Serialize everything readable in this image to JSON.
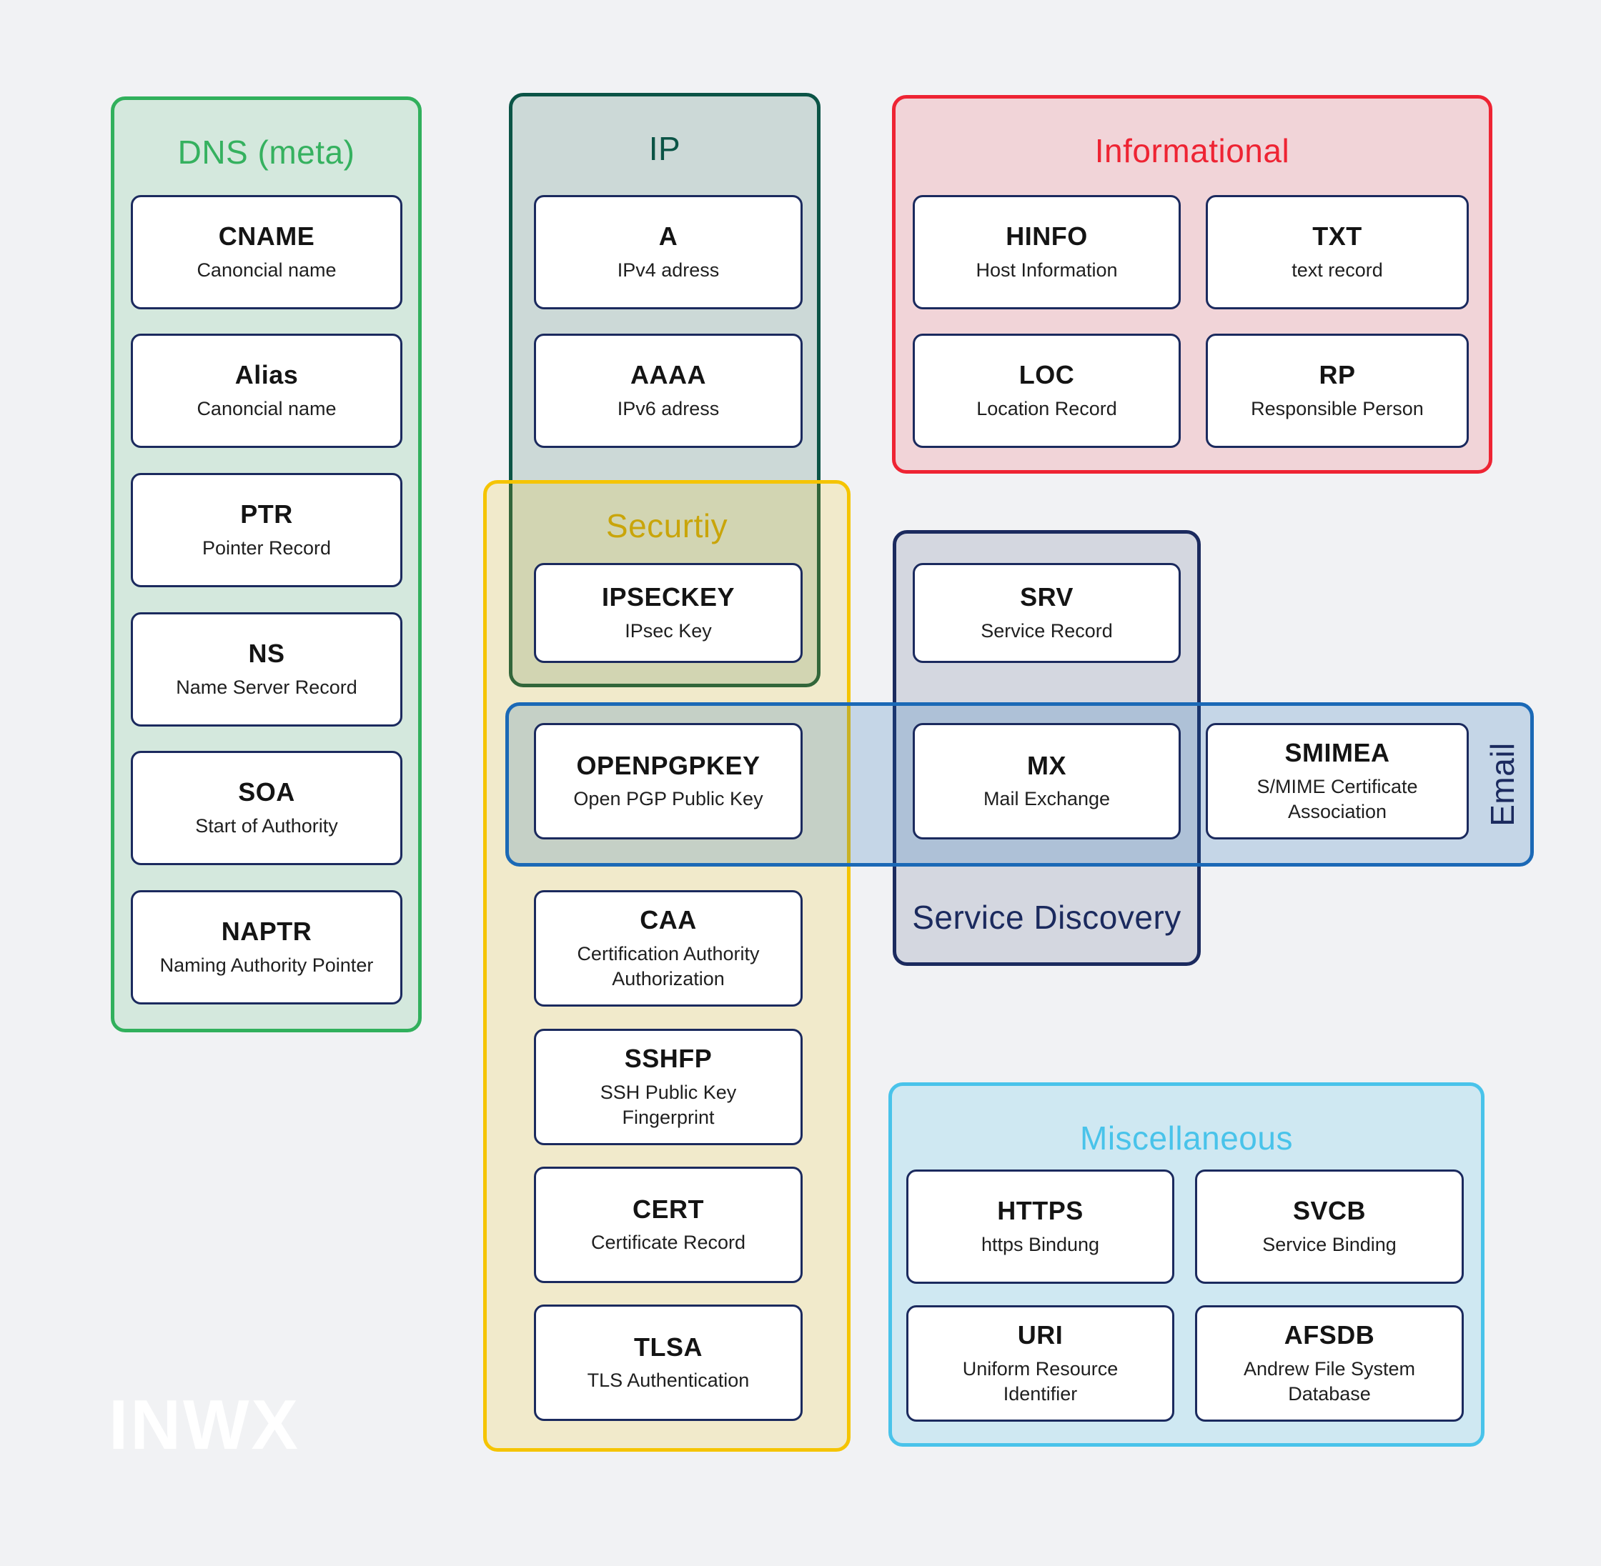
{
  "canvas": {
    "background": "#f1f2f4"
  },
  "watermark": {
    "text": "INWX",
    "color": "#ffffff"
  },
  "card_style": {
    "bg": "#ffffff",
    "border_color": "#1b2a5e",
    "title_color": "#141414",
    "subtitle_color": "#1f1f1f"
  },
  "groups": [
    {
      "id": "informational",
      "title": "Informational",
      "title_color": "#ee2433",
      "border_color": "#ee2433",
      "fill": "rgba(238,36,51,0.14)"
    },
    {
      "id": "dns-meta",
      "title": "DNS (meta)",
      "title_color": "#35b15f",
      "border_color": "#31b05c",
      "fill": "rgba(49,176,92,0.15)"
    },
    {
      "id": "ip",
      "title": "IP",
      "title_color": "#0b5446",
      "border_color": "#0b5446",
      "fill": "rgba(11,84,70,0.16)"
    },
    {
      "id": "service-discovery",
      "title": "Service Discovery",
      "title_color": "#1b2a5e",
      "border_color": "#1b2a5e",
      "fill": "rgba(27,42,94,0.13)"
    },
    {
      "id": "security",
      "title": "Securtiy",
      "title_color": "#c9a50a",
      "border_color": "#f5c400",
      "fill": "rgba(245,196,0,0.17)"
    },
    {
      "id": "email",
      "title": "Email",
      "title_color": "#1b2a5e",
      "border_color": "#1b69b6",
      "fill": "rgba(27,105,182,0.20)"
    },
    {
      "id": "miscellaneous",
      "title": "Miscellaneous",
      "title_color": "#49c3ea",
      "border_color": "#49c3ea",
      "fill": "rgba(73,195,234,0.20)"
    }
  ],
  "cards": [
    {
      "title": "CNAME",
      "subtitle": "Canoncial name"
    },
    {
      "title": "Alias",
      "subtitle": "Canoncial name"
    },
    {
      "title": "PTR",
      "subtitle": "Pointer Record"
    },
    {
      "title": "NS",
      "subtitle": "Name Server Record"
    },
    {
      "title": "SOA",
      "subtitle": "Start of Authority"
    },
    {
      "title": "NAPTR",
      "subtitle": "Naming Authority Pointer"
    },
    {
      "title": "A",
      "subtitle": "IPv4 adress"
    },
    {
      "title": "AAAA",
      "subtitle": "IPv6 adress"
    },
    {
      "title": "IPSECKEY",
      "subtitle": "IPsec Key"
    },
    {
      "title": "OPENPGPKEY",
      "subtitle": "Open PGP Public Key"
    },
    {
      "title": "CAA",
      "subtitle": "Certification Authority Authorization"
    },
    {
      "title": "SSHFP",
      "subtitle": "SSH Public Key Fingerprint"
    },
    {
      "title": "CERT",
      "subtitle": "Certificate Record"
    },
    {
      "title": "TLSA",
      "subtitle": "TLS Authentication"
    },
    {
      "title": "HINFO",
      "subtitle": "Host Information"
    },
    {
      "title": "TXT",
      "subtitle": "text record"
    },
    {
      "title": "LOC",
      "subtitle": "Location Record"
    },
    {
      "title": "RP",
      "subtitle": "Responsible Person"
    },
    {
      "title": "SRV",
      "subtitle": "Service Record"
    },
    {
      "title": "MX",
      "subtitle": "Mail Exchange"
    },
    {
      "title": "SMIMEA",
      "subtitle": "S/MIME Certificate Association"
    },
    {
      "title": "HTTPS",
      "subtitle": "https Bindung"
    },
    {
      "title": "SVCB",
      "subtitle": "Service Binding"
    },
    {
      "title": "URI",
      "subtitle": "Uniform Resource Identifier"
    },
    {
      "title": "AFSDB",
      "subtitle": "Andrew File System Database"
    }
  ]
}
